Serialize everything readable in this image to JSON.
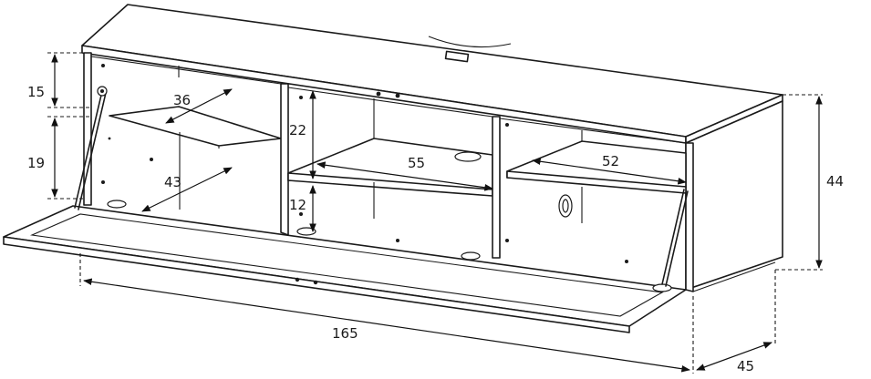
{
  "dimensions": {
    "top_compartment_height": "15",
    "lower_compartment_height": "19",
    "left_shelf_width": "36",
    "left_shelf_depth": "43",
    "middle_upper_height": "22",
    "middle_shelf_width": "55",
    "middle_lower_height": "12",
    "right_shelf_width": "52",
    "total_height": "44",
    "total_width": "165",
    "total_depth": "45"
  }
}
